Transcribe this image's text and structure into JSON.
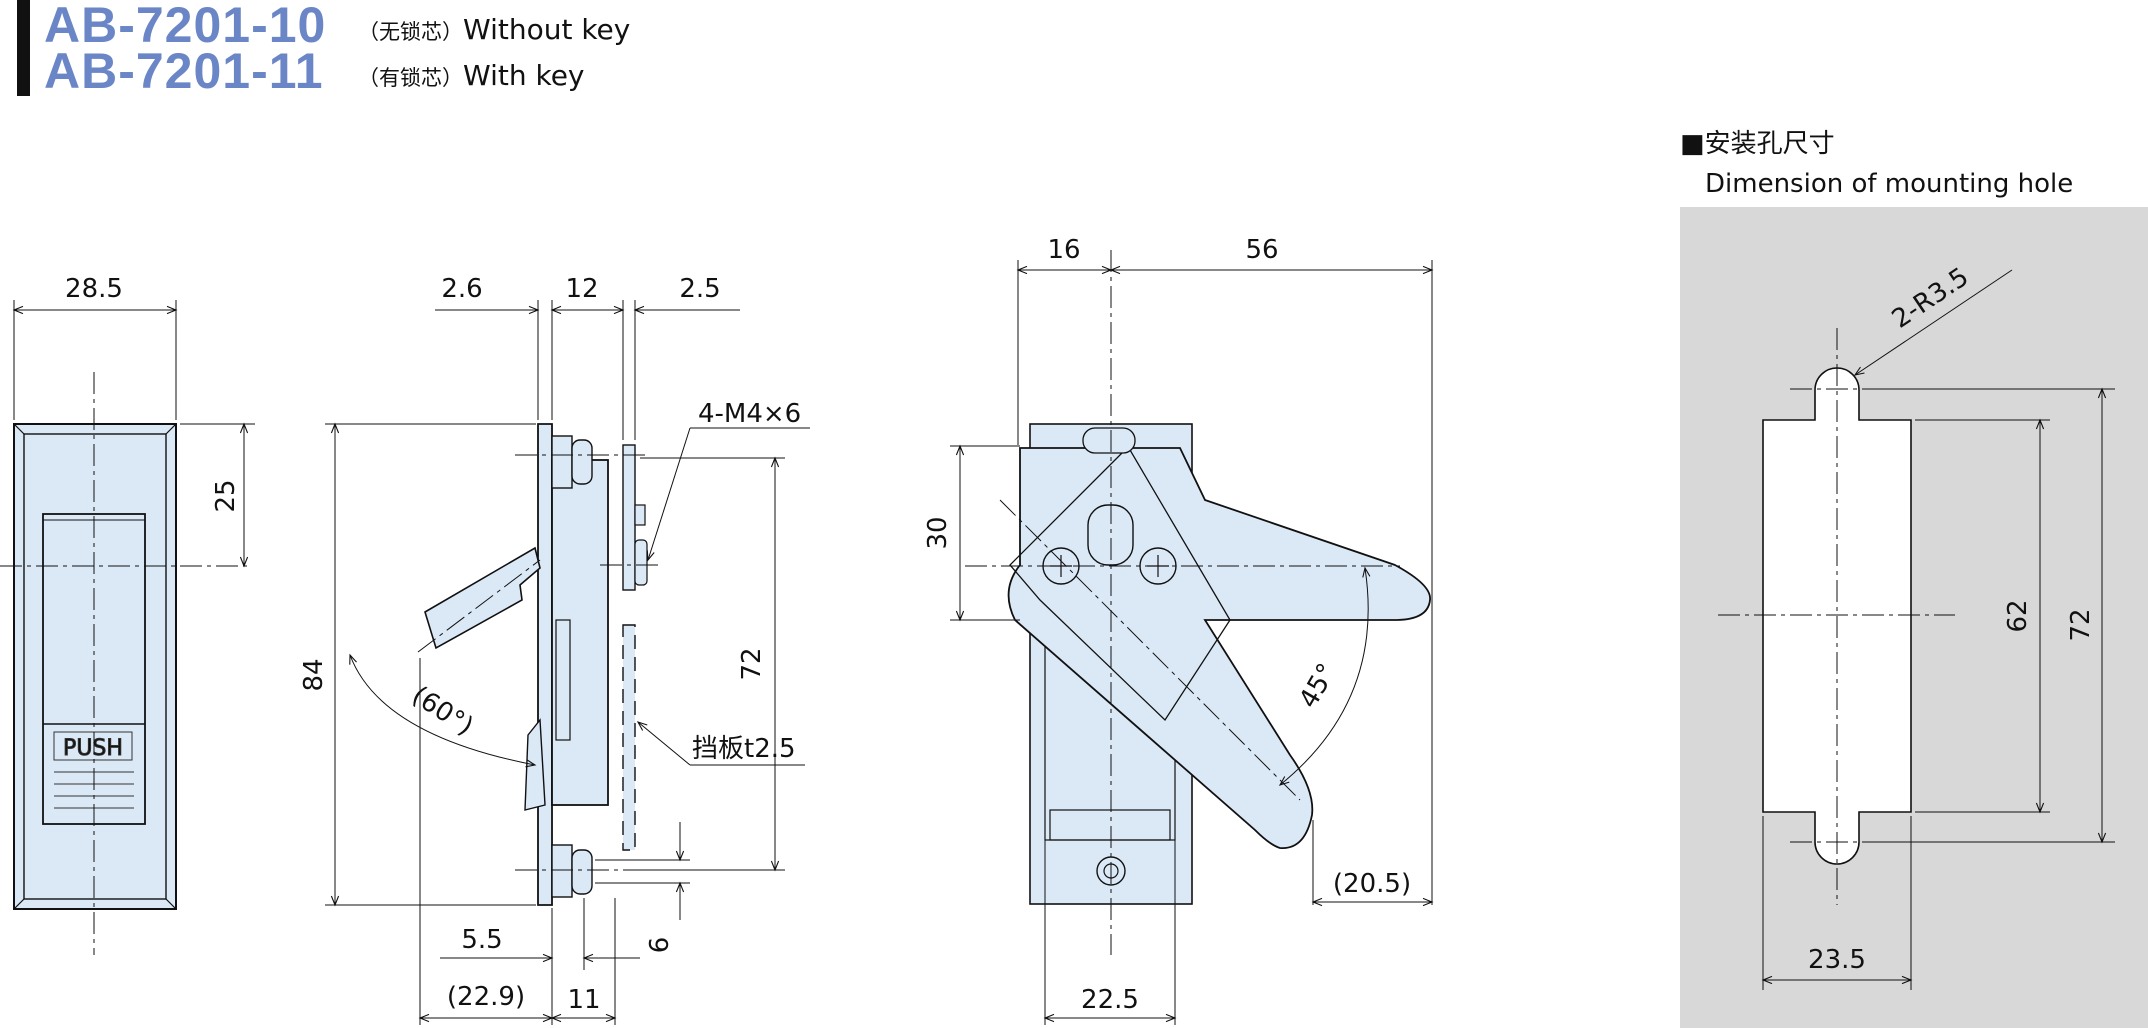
{
  "header": {
    "model_1": "AB-7201-10",
    "model_1_note": "（无锁芯）",
    "model_1_desc": "Without key",
    "model_2": "AB-7201-11",
    "model_2_note": "（有锁芯）",
    "model_2_desc": "With key"
  },
  "mounting": {
    "title_cn": "■安装孔尺寸",
    "title_en": "Dimension of mounting hole"
  },
  "dims": {
    "front_width": "28.5",
    "front_top": "25",
    "side_a": "2.6",
    "side_b": "12",
    "side_c": "2.5",
    "screw": "4-M4×6",
    "height_total": "84",
    "pitch": "72",
    "open_angle": "(60°)",
    "baffle": "挡板t2.5",
    "bottom_a": "5.5",
    "bottom_b": "(22.9)",
    "bottom_c": "11",
    "bottom_d": "6",
    "top_left": "16",
    "top_right": "56",
    "h30": "30",
    "angle45": "45°",
    "ext": "(20.5)",
    "base_w": "22.5",
    "hole_r": "2-R3.5",
    "hole_h1": "62",
    "hole_h2": "72",
    "hole_w": "23.5"
  },
  "labels": {
    "push": "PUSH"
  },
  "colors": {
    "title": "#6a86c6",
    "part_fill": "#dbe9f7",
    "panel_bg": "#d8d8d8"
  }
}
